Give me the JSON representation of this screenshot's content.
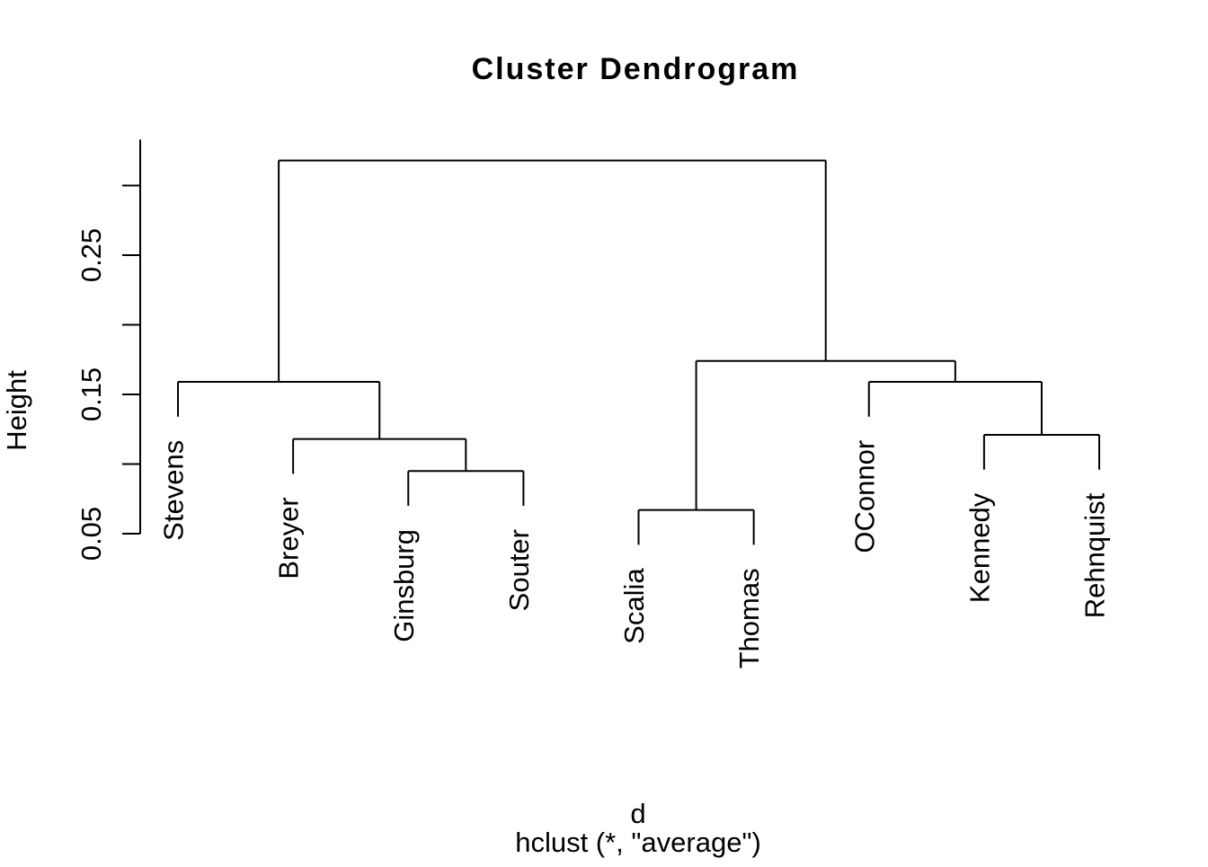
{
  "chart_data": {
    "type": "dendrogram",
    "title": "Cluster Dendrogram",
    "ylabel": "Height",
    "xlabel": "d",
    "sub": "hclust (*, \"average\")",
    "leaf_order": [
      "Stevens",
      "Breyer",
      "Ginsburg",
      "Souter",
      "Scalia",
      "Thomas",
      "OConnor",
      "Kennedy",
      "Rehnquist"
    ],
    "merges": [
      {
        "cluster": "Scalia+Thomas",
        "height": 0.067
      },
      {
        "cluster": "Ginsburg+Souter",
        "height": 0.095
      },
      {
        "cluster": "Breyer+(Ginsburg,Souter)",
        "height": 0.118
      },
      {
        "cluster": "Kennedy+Rehnquist",
        "height": 0.121
      },
      {
        "cluster": "Stevens+(Breyer,Ginsburg,Souter)",
        "height": 0.159
      },
      {
        "cluster": "OConnor+(Kennedy,Rehnquist)",
        "height": 0.159
      },
      {
        "cluster": "(Scalia,Thomas)+(OConnor,Kennedy,Rehnquist)",
        "height": 0.174
      },
      {
        "cluster": "root",
        "height": 0.318
      }
    ],
    "tree": {
      "h": 0.318,
      "c": [
        {
          "h": 0.159,
          "c": [
            {
              "leaf": "Stevens"
            },
            {
              "h": 0.118,
              "c": [
                {
                  "leaf": "Breyer"
                },
                {
                  "h": 0.095,
                  "c": [
                    {
                      "leaf": "Ginsburg"
                    },
                    {
                      "leaf": "Souter"
                    }
                  ]
                }
              ]
            }
          ]
        },
        {
          "h": 0.174,
          "c": [
            {
              "h": 0.067,
              "c": [
                {
                  "leaf": "Scalia"
                },
                {
                  "leaf": "Thomas"
                }
              ]
            },
            {
              "h": 0.159,
              "c": [
                {
                  "leaf": "OConnor"
                },
                {
                  "h": 0.121,
                  "c": [
                    {
                      "leaf": "Kennedy"
                    },
                    {
                      "leaf": "Rehnquist"
                    }
                  ]
                }
              ]
            }
          ]
        }
      ]
    },
    "hang": 0.025,
    "ylim": [
      0.05,
      0.333
    ],
    "y_axis": {
      "ticks": [
        {
          "value": 0.05,
          "label": "0.05"
        },
        {
          "value": 0.1,
          "label": ""
        },
        {
          "value": 0.15,
          "label": "0.15"
        },
        {
          "value": 0.2,
          "label": ""
        },
        {
          "value": 0.25,
          "label": "0.25"
        },
        {
          "value": 0.3,
          "label": ""
        }
      ],
      "grid": false
    },
    "legend": null
  }
}
